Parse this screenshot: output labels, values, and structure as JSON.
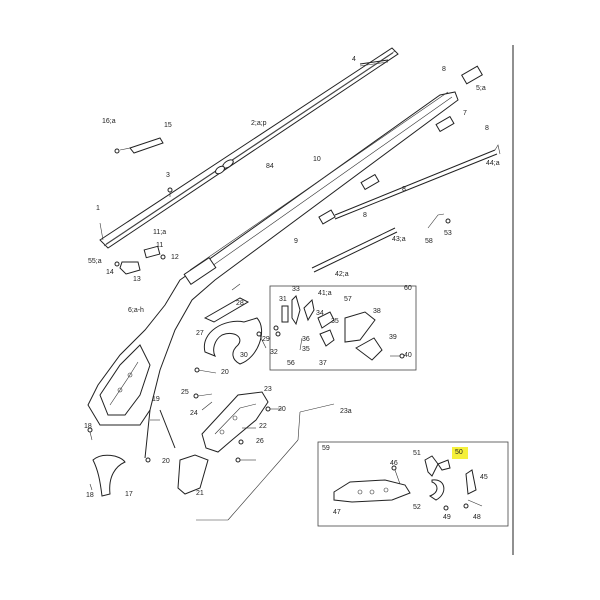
{
  "callouts": {
    "p4": "4",
    "p8a": "8",
    "p5a": "5;a",
    "p2ap": "2;a;p",
    "p16a": "16;a",
    "p15": "15",
    "p7": "7",
    "p8b": "8",
    "p3": "3",
    "p84": "84",
    "p10": "10",
    "p44a": "44;a",
    "p1": "1",
    "p11a": "11;a",
    "p11": "11",
    "p12": "12",
    "p55a": "55;a",
    "p14": "14",
    "p13": "13",
    "p8c": "8",
    "p9": "9",
    "p8d": "8",
    "p58": "58",
    "p53": "53",
    "p43a": "43;a",
    "p42a": "42;a",
    "p6ah": "6;a-h",
    "p60": "60",
    "p41a": "41;a",
    "p33": "33",
    "p31": "31",
    "p57": "57",
    "p28": "28",
    "p34": "34",
    "p35a": "35",
    "p38": "38",
    "p27": "27",
    "p29": "29",
    "p32": "32",
    "p36": "36",
    "p35b": "35",
    "p39": "39",
    "p30": "30",
    "p56": "56",
    "p37": "37",
    "p40": "40",
    "p20a": "20",
    "p25": "25",
    "p23": "23",
    "p19": "19",
    "p24": "24",
    "p20b": "20",
    "p23a": "23a",
    "p22": "22",
    "p18": "18",
    "p26": "26",
    "p20c": "20",
    "p21": "21",
    "p17": "17",
    "p59": "59",
    "p46": "46",
    "p51": "51",
    "p50": "50",
    "p45": "45",
    "p47": "47",
    "p52": "52",
    "p49": "49",
    "p48": "48"
  },
  "colors": {
    "highlight": "#f5f03a",
    "line": "#222222",
    "background": "#ffffff"
  }
}
